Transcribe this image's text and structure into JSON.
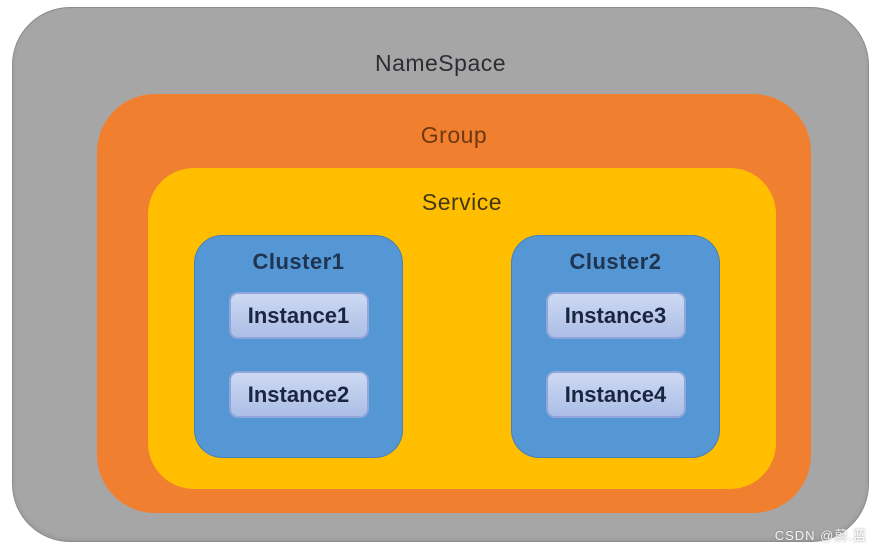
{
  "diagram": {
    "namespace": {
      "label": "NameSpace"
    },
    "group": {
      "label": "Group"
    },
    "service": {
      "label": "Service"
    },
    "clusters": [
      {
        "label": "Cluster1",
        "instances": [
          "Instance1",
          "Instance2"
        ]
      },
      {
        "label": "Cluster2",
        "instances": [
          "Instance3",
          "Instance4"
        ]
      }
    ]
  },
  "watermark": {
    "text": "CSDN @蔚.蓝"
  },
  "colors": {
    "canvas-bg": "#FFFFFF",
    "namespace-bg": "#A6A6A6",
    "group-bg": "#F0802F",
    "service-bg": "#FFBF00",
    "cluster-bg": "#5596D4",
    "instance-bg-top": "#CDD9F3",
    "instance-bg-bottom": "#ACBEE6",
    "instance-border": "#90A6DA",
    "namespace-text": "#2D2D33",
    "group-text": "#6E3812",
    "service-text": "#433713",
    "cluster-text": "#1E3450",
    "instance-text": "#1B2440",
    "watermark-text": "#FFFFFF"
  }
}
